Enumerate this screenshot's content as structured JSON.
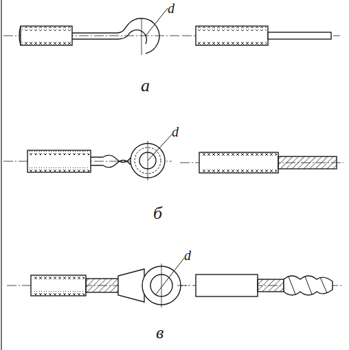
{
  "diagram": {
    "labels": [
      "d",
      "а",
      "d",
      "б",
      "d",
      "в"
    ]
  }
}
